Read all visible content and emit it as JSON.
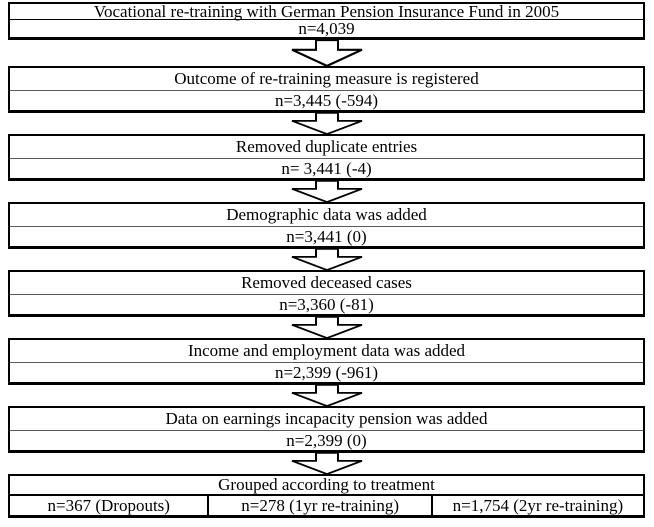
{
  "flowchart": {
    "steps": [
      {
        "title": "Vocational re-training with German Pension Insurance Fund in 2005",
        "n": "n=4,039"
      },
      {
        "title": "Outcome of re-training measure is registered",
        "n": "n=3,445 (-594)"
      },
      {
        "title": "Removed duplicate entries",
        "n": "n= 3,441 (-4)"
      },
      {
        "title": "Demographic data was added",
        "n": "n=3,441 (0)"
      },
      {
        "title": "Removed deceased cases",
        "n": "n=3,360 (-81)"
      },
      {
        "title": "Income and employment data was added",
        "n": "n=2,399 (-961)"
      },
      {
        "title": "Data on earnings incapacity pension was added",
        "n": "n=2,399 (0)"
      }
    ],
    "final": {
      "title": "Grouped according to treatment",
      "groups": [
        "n=367 (Dropouts)",
        "n=278 (1yr re-training)",
        "n=1,754 (2yr re-training)"
      ]
    },
    "icons": {
      "down_arrow": "hollow-block-down-arrow"
    },
    "colors": {
      "background": "#ffffff",
      "border": "#000000",
      "divider": "#5a5a5a"
    }
  }
}
